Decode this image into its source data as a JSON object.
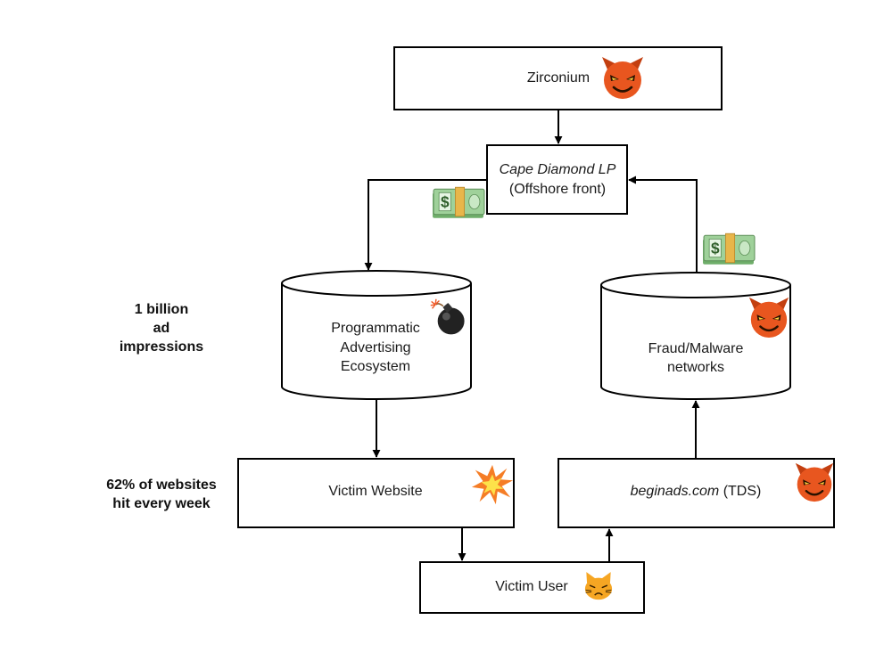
{
  "nodes": {
    "zirconium": {
      "label": "Zirconium"
    },
    "cape_diamond": {
      "name": "Cape Diamond LP",
      "sub": "(Offshore front)"
    },
    "programmatic": {
      "line1": "Programmatic",
      "line2": "Advertising",
      "line3": "Ecosystem"
    },
    "fraud": {
      "line1": "Fraud/Malware",
      "line2": "networks"
    },
    "victim_website": {
      "label": "Victim Website"
    },
    "beginads": {
      "domain": "beginads.com",
      "suffix": " (TDS)"
    },
    "victim_user": {
      "label": "Victim User"
    }
  },
  "side_notes": {
    "impressions": {
      "line1": "1 billion",
      "line2": "ad",
      "line3": "impressions"
    },
    "websites": {
      "line1": "62% of websites",
      "line2": "hit every week"
    }
  },
  "icons": {
    "devil": "devil-face-icon",
    "money": "money-bill-icon",
    "bomb": "bomb-icon",
    "explosion": "explosion-icon",
    "cat": "weary-cat-icon"
  },
  "colors": {
    "devil_face": "#e8561f",
    "devil_horn": "#c33f10",
    "money_green": "#8fc68a",
    "money_band": "#e8b64a",
    "bomb": "#222222",
    "burst_outer": "#f57d26",
    "burst_inner": "#fde24a",
    "cat": "#f6a623"
  }
}
